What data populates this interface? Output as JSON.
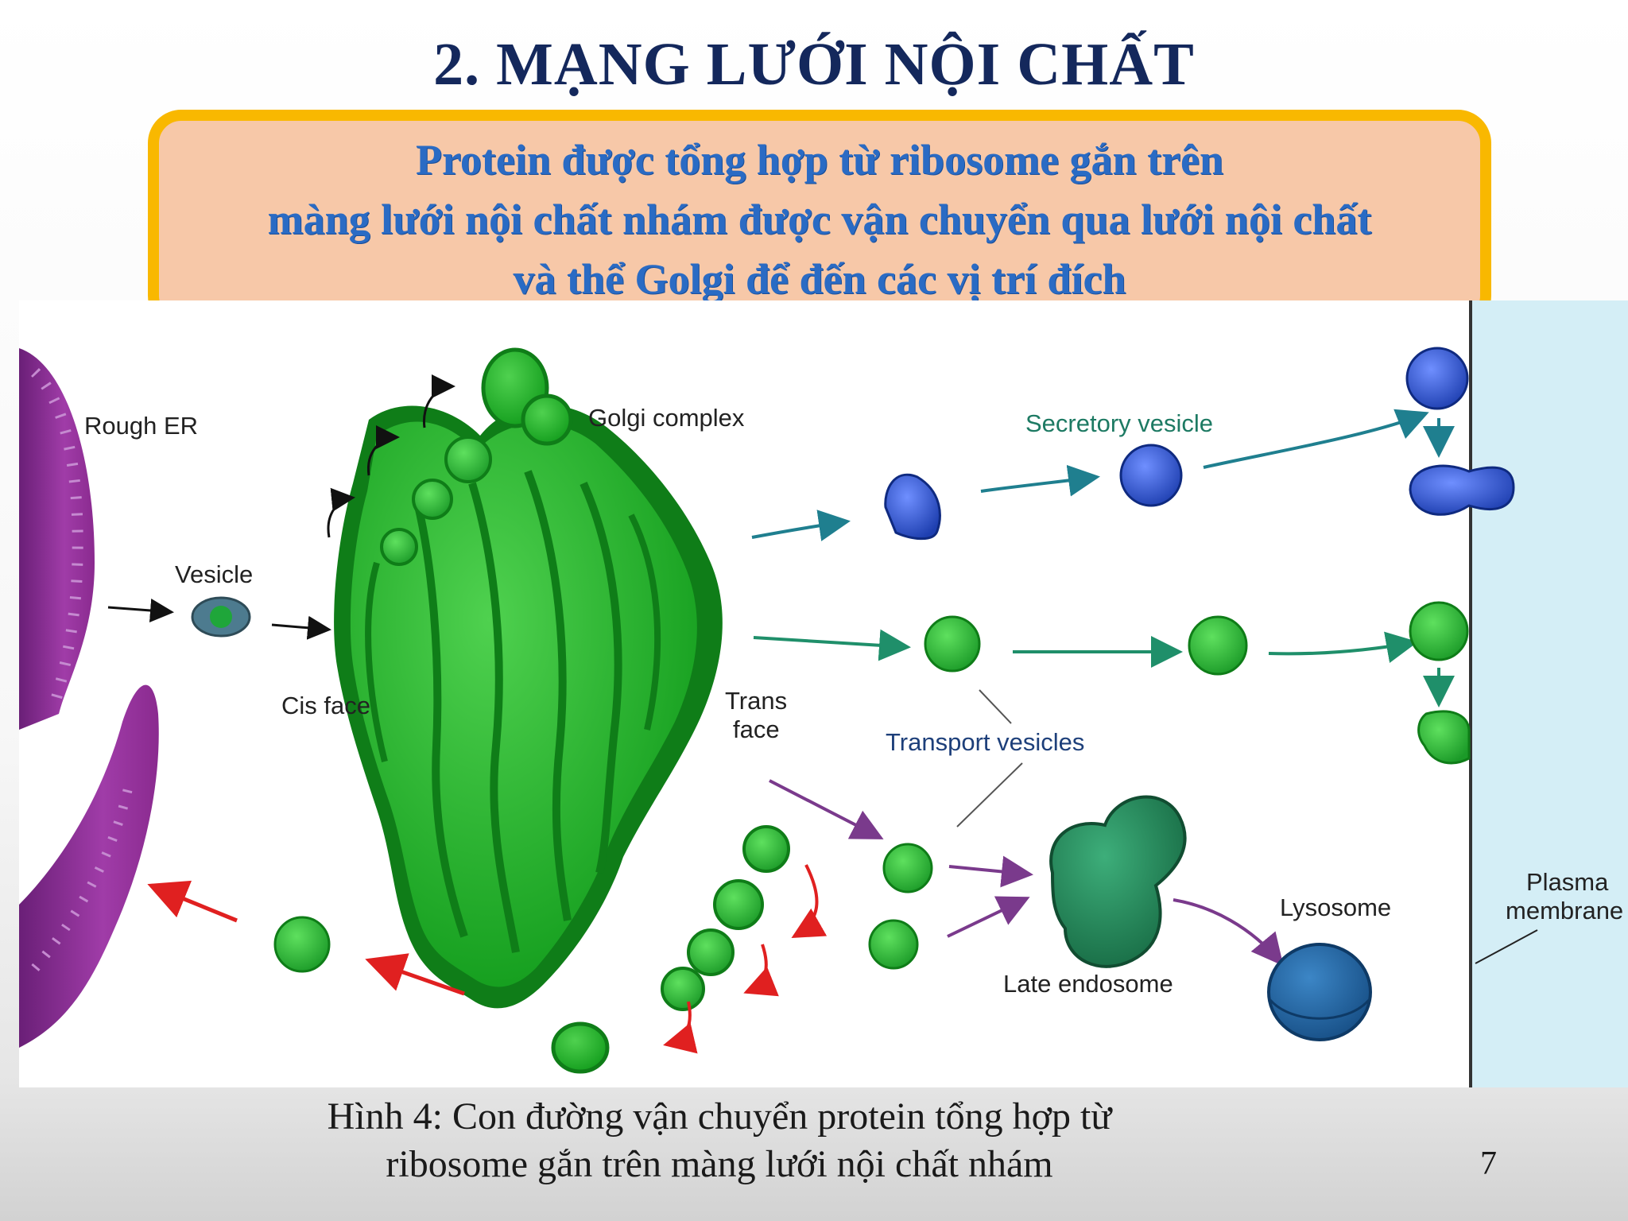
{
  "slide": {
    "title": "2. MẠNG LƯỚI NỘI CHẤT",
    "callout_lines": [
      "Protein được tổng hợp từ ribosome gắn trên",
      "màng lưới nội chất nhám được vận chuyển qua lưới nội chất",
      "và thể Golgi để đến các vị trí đích"
    ],
    "caption_lines": [
      "Hình 4: Con đường vận chuyển protein tổng hợp từ",
      "ribosome gắn trên màng lưới nội chất nhám"
    ],
    "page_number": "7"
  },
  "diagram": {
    "labels": {
      "rough_er": "Rough ER",
      "golgi_complex": "Golgi complex",
      "secretory_vesicle": "Secretory vesicle",
      "vesicle": "Vesicle",
      "cis_face": "Cis face",
      "trans_face_1": "Trans",
      "trans_face_2": "face",
      "transport_vesicles": "Transport vesicles",
      "plasma_membrane_1": "Plasma",
      "plasma_membrane_2": "membrane",
      "lysosome": "Lysosome",
      "late_endosome": "Late endosome"
    },
    "colors": {
      "golgi": "#1fa31f",
      "golgi_dark": "#0f7d18",
      "er_purple": "#8a2a8f",
      "secretory_blue": "#1e3fb0",
      "endosome_green": "#1d7a4d",
      "lysosome_blue": "#1f5f9a",
      "extracellular": "#d4eef6",
      "retrograde_red": "#e02020",
      "arrow_teal": "#1f7f8f",
      "arrow_purple": "#7a3a8c"
    }
  }
}
